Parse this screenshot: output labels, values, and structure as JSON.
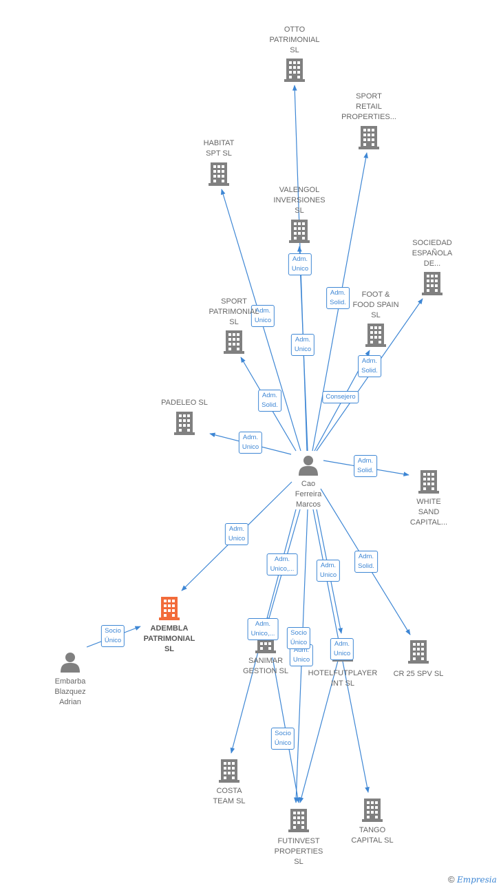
{
  "colors": {
    "edge": "#3d86d4",
    "company": "#808080",
    "focus_company": "#f26b3a",
    "person": "#808080"
  },
  "nodes": [
    {
      "id": "otto",
      "type": "company",
      "label": "OTTO\nPATRIMONIAL\nSL"
    },
    {
      "id": "sport_retail",
      "type": "company",
      "label": "SPORT\nRETAIL\nPROPERTIES..."
    },
    {
      "id": "habitat",
      "type": "company",
      "label": "HABITAT\nSPT  SL"
    },
    {
      "id": "valengol",
      "type": "company",
      "label": "VALENGOL\nINVERSIONES\nSL"
    },
    {
      "id": "sociedad",
      "type": "company",
      "label": "SOCIEDAD\nESPAÑOLA\nDE..."
    },
    {
      "id": "sport_patrimonial",
      "type": "company",
      "label": "SPORT\nPATRIMONIAL\nSL"
    },
    {
      "id": "foot_food",
      "type": "company",
      "label": "FOOT &\nFOOD SPAIN\nSL"
    },
    {
      "id": "padeleo",
      "type": "company",
      "label": "PADELEO  SL"
    },
    {
      "id": "cao",
      "type": "person",
      "label": "Cao\nFerreira\nMarcos"
    },
    {
      "id": "white_sand",
      "type": "company",
      "label": "WHITE\nSAND\nCAPITAL..."
    },
    {
      "id": "adembla",
      "type": "focus",
      "label": "ADEMBLA\nPATRIMONIAL\nSL"
    },
    {
      "id": "embarba",
      "type": "person",
      "label": "Embarba\nBlazquez\nAdrian"
    },
    {
      "id": "sanimar",
      "type": "company",
      "label": "SANIMAR\nGESTION  SL"
    },
    {
      "id": "hotelfut",
      "type": "company",
      "label": "HOTELFUTPLAYER\nINT  SL"
    },
    {
      "id": "cr25",
      "type": "company",
      "label": "CR 25 SPV  SL"
    },
    {
      "id": "costa",
      "type": "company",
      "label": "COSTA\nTEAM  SL"
    },
    {
      "id": "futinvest",
      "type": "company",
      "label": "FUTINVEST\nPROPERTIES\nSL"
    },
    {
      "id": "tango",
      "type": "company",
      "label": "TANGO\nCAPITAL  SL"
    }
  ],
  "edges": [
    {
      "from": "cao",
      "to": "otto",
      "label": "Adm.\nUnico"
    },
    {
      "from": "cao",
      "to": "sport_retail",
      "label": "Adm.\nSolid."
    },
    {
      "from": "cao",
      "to": "habitat",
      "label": "Adm.\nUnico"
    },
    {
      "from": "cao",
      "to": "valengol",
      "label": "Adm.\nUnico"
    },
    {
      "from": "cao",
      "to": "sociedad",
      "label": "Adm.\nSolid."
    },
    {
      "from": "cao",
      "to": "foot_food",
      "label": "Consejero"
    },
    {
      "from": "cao",
      "to": "sport_patrimonial",
      "label": "Adm.\nSolid."
    },
    {
      "from": "cao",
      "to": "padeleo",
      "label": "Adm.\nUnico"
    },
    {
      "from": "cao",
      "to": "white_sand",
      "label": "Adm.\nSolid."
    },
    {
      "from": "cao",
      "to": "adembla",
      "label": "Adm.\nUnico"
    },
    {
      "from": "cao",
      "to": "costa",
      "label": "Adm.\nUnico,..."
    },
    {
      "from": "cao",
      "to": "hotelfut",
      "label": "Adm.\nUnico"
    },
    {
      "from": "cao",
      "to": "cr25",
      "label": "Adm.\nSolid."
    },
    {
      "from": "cao",
      "to": "sanimar",
      "label": "Adm.\nUnico,..."
    },
    {
      "from": "cao",
      "to": "futinvest",
      "label": "Adm.\nUnico"
    },
    {
      "from": "cao",
      "to": "tango",
      "label": "Adm.\nUnico"
    },
    {
      "from": "sanimar",
      "to": "futinvest",
      "label": "Socio\nÚnico"
    },
    {
      "from": "hotelfut",
      "to": "futinvest",
      "label": "Socio\nÚnico"
    },
    {
      "from": "embarba",
      "to": "adembla",
      "label": "Socio\nÚnico"
    }
  ],
  "brand": {
    "copyright": "©",
    "name": "Empresia"
  }
}
